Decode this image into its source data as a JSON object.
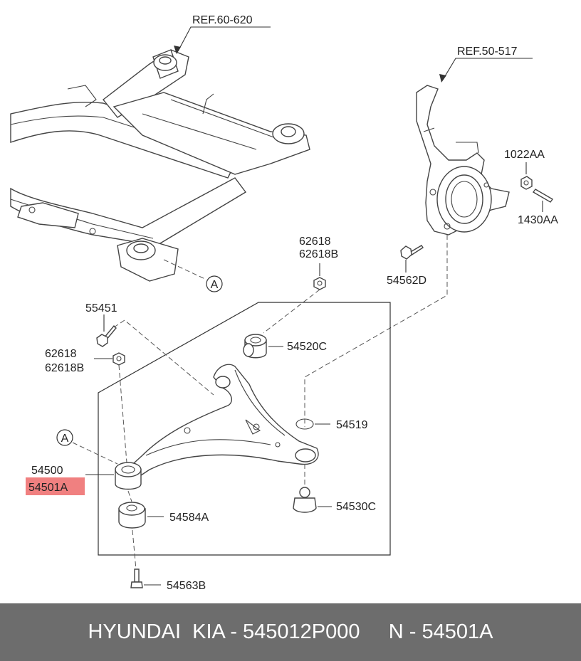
{
  "refs": {
    "subframe": "REF.60-620",
    "knuckle": "REF.50-517"
  },
  "callout": "A",
  "labels": {
    "p62618_top": "62618",
    "p62618b_top": "62618B",
    "p54562d": "54562D",
    "p1022aa": "1022AA",
    "p1430aa": "1430AA",
    "p55451": "55451",
    "p62618_left": "62618",
    "p62618b_left": "62618B",
    "p54520c": "54520C",
    "p54519": "54519",
    "p54500": "54500",
    "p54501a": "54501A",
    "p54584a": "54584A",
    "p54530c": "54530C",
    "p54563b": "54563B"
  },
  "highlight_color": "#f08080",
  "footer": {
    "text": "HYUNDAI  KIA - 545012P000     N - 54501A"
  }
}
